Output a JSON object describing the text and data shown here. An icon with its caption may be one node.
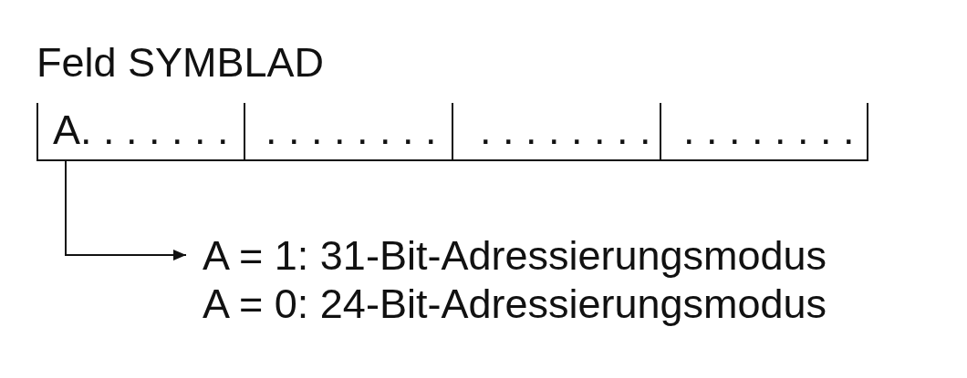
{
  "diagram": {
    "title": "Feld SYMBLAD",
    "nodes": [
      {
        "text": [
          "A. . . . . . ."
        ]
      },
      {
        "text": [
          ". . . . . . . ."
        ]
      },
      {
        "text": [
          ". . . . . . . ."
        ]
      },
      {
        "text": [
          ". . . . . . . ."
        ]
      },
      {
        "text": [
          "A = 1: 31-Bit-Adressierungsmodus",
          "A = 0: 24-Bit-Adressierungsmodus"
        ]
      }
    ],
    "edges": [
      {
        "from": 0,
        "to": 4,
        "arrow": "to"
      }
    ]
  }
}
